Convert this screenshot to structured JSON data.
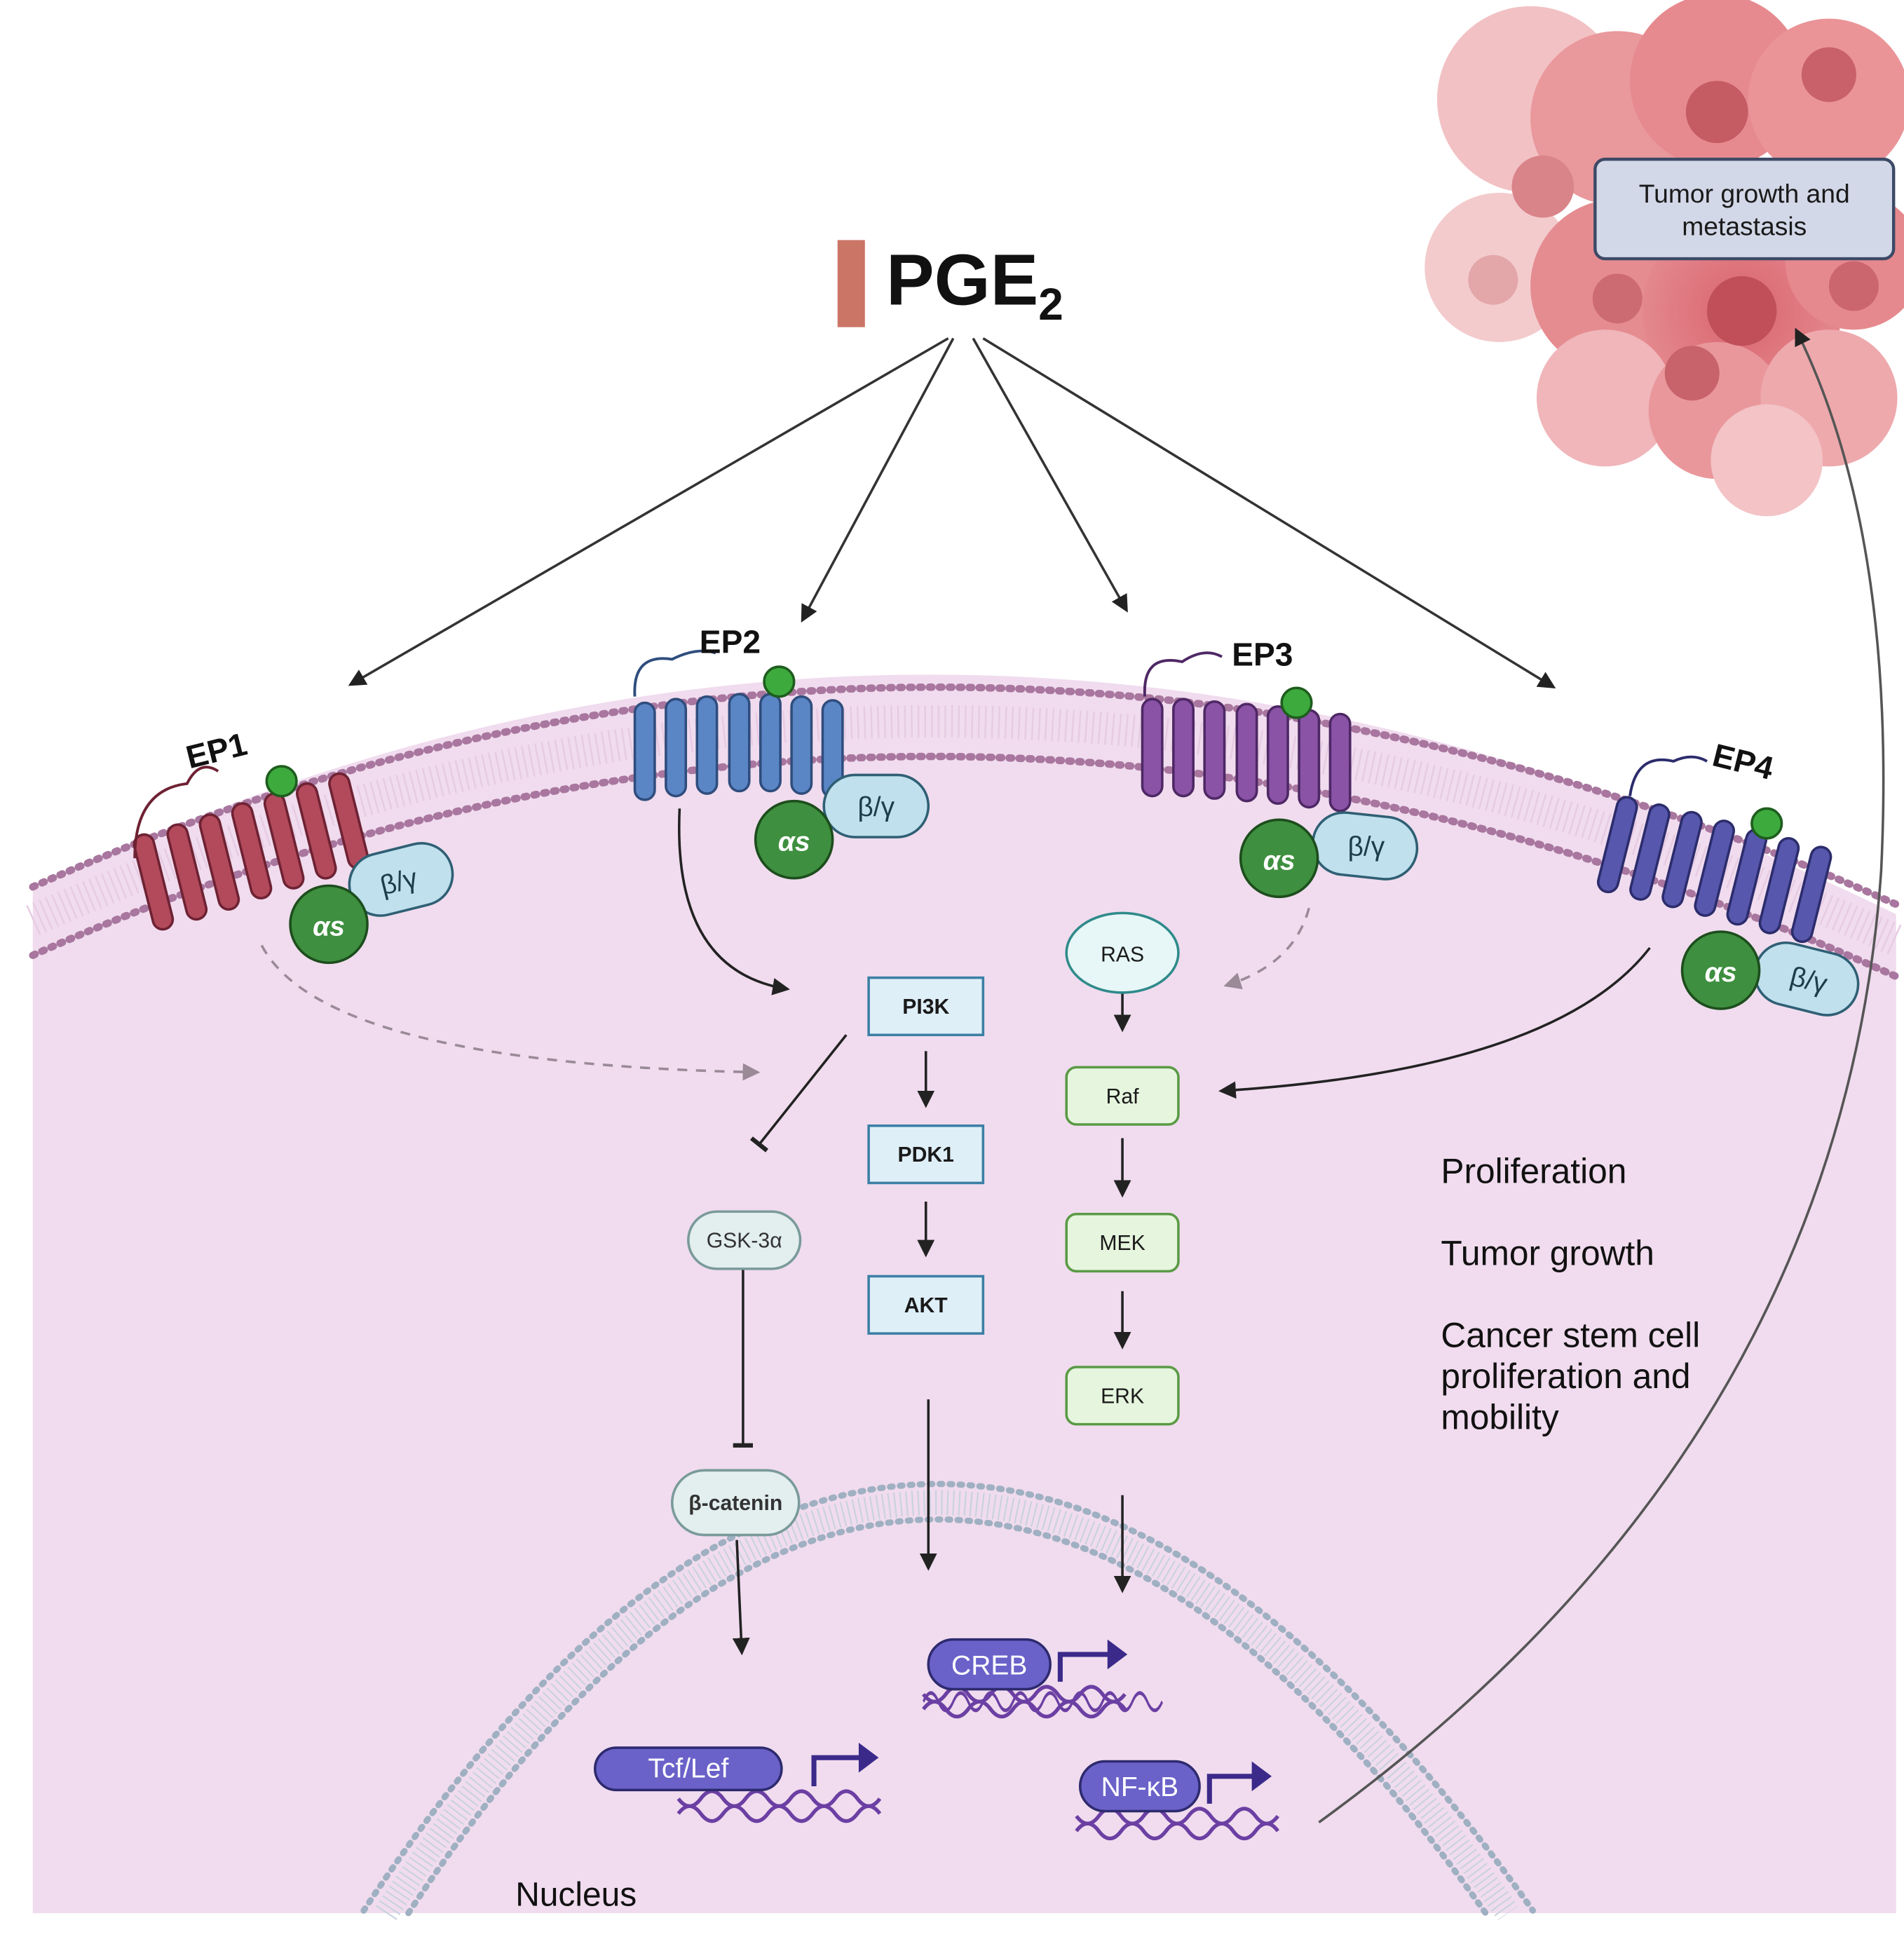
{
  "ligand": {
    "name": "PGE",
    "subscript": "2"
  },
  "receptors": [
    {
      "id": "ep1",
      "label": "EP1",
      "color": "#b24a5c"
    },
    {
      "id": "ep2",
      "label": "EP2",
      "color": "#5b86c6"
    },
    {
      "id": "ep3",
      "label": "EP3",
      "color": "#8a53a6"
    },
    {
      "id": "ep4",
      "label": "EP4",
      "color": "#5757ad"
    }
  ],
  "g_protein": {
    "alpha": "αs",
    "betagamma": "β/γ"
  },
  "nodes": {
    "pi3k": "PI3K",
    "pdk1": "PDK1",
    "akt": "AKT",
    "ras": "RAS",
    "raf": "Raf",
    "mek": "MEK",
    "erk": "ERK",
    "gsk": "GSK-3α",
    "bcat": "β-catenin"
  },
  "transcription_factors": {
    "tcf": "Tcf/Lef",
    "creb": "CREB",
    "nfkb": "NF-κB"
  },
  "outcomes": [
    "Proliferation",
    "Tumor growth",
    "Cancer stem cell",
    "proliferation and",
    "mobility"
  ],
  "tumor_box": {
    "line1": "Tumor growth and",
    "line2": "metastasis"
  },
  "nucleus_label": "Nucleus",
  "colors": {
    "cytoplasm": "#f0dcee",
    "membrane": "#a8769e",
    "nuclear_membrane": "#9fb0c2",
    "g_alpha": "#3e8f3f",
    "g_beta": "#bfe0ec",
    "pi3k_fill": "#dfeff8",
    "mapk_fill": "#e6f5dd",
    "tf_fill": "#6a62c9",
    "dna": "#6b3fa3",
    "tumor": "#e78e92"
  }
}
